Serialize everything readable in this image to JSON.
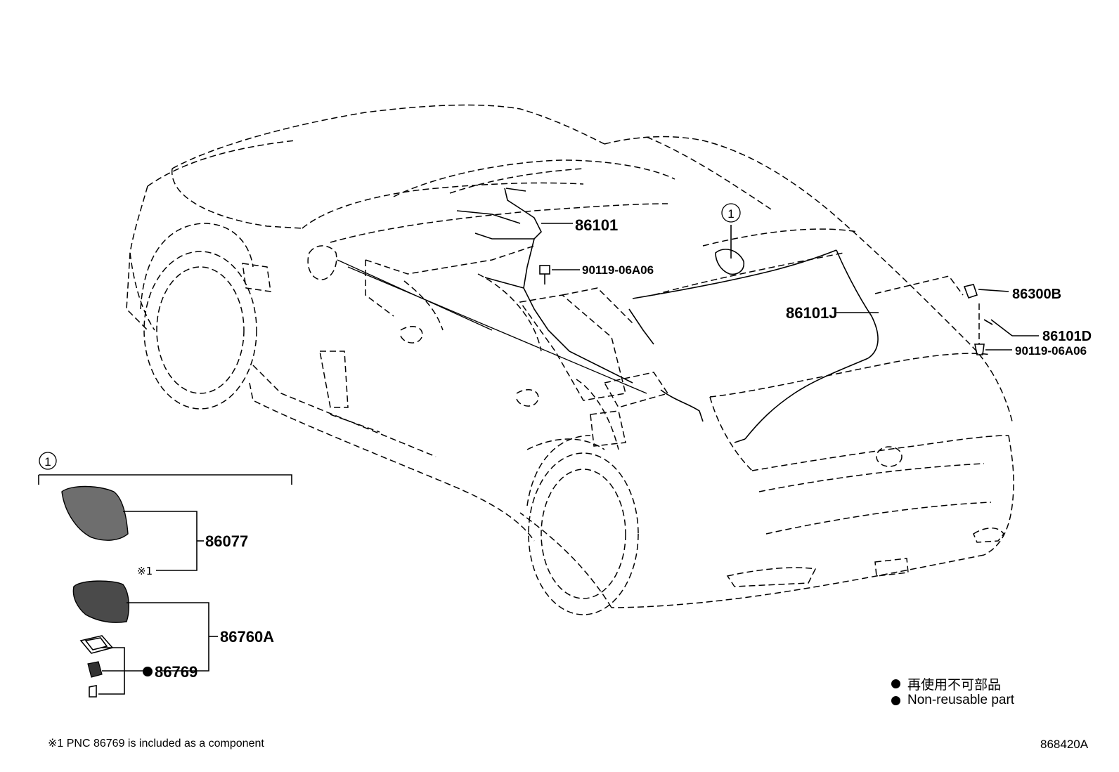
{
  "callouts": {
    "c86101": "86101",
    "c90119_top": "90119-06A06",
    "c86101J": "86101J",
    "c86300B": "86300B",
    "c86101D": "86101D",
    "c90119_right": "90119-06A06",
    "c86077": "86077",
    "c86760A": "86760A",
    "c86769": "86769",
    "ref_mark": "※1",
    "circle_one": "1"
  },
  "legend": {
    "jp": "再使用不可部品",
    "en": "Non-reusable part"
  },
  "footnote": "※1 PNC 86769 is included as a component",
  "diagram_id": "868420A"
}
